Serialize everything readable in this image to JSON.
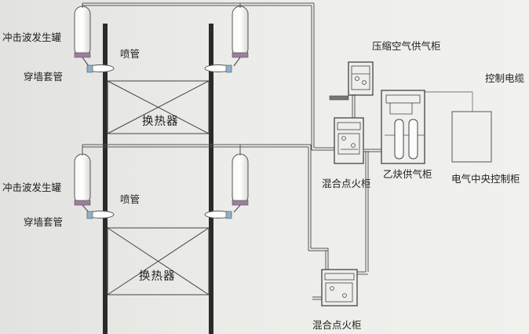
{
  "labels": {
    "shockwave_generator_top": "冲击波发生罐",
    "nozzle_top": "喷管",
    "wall_sleeve_top": "穿墙套管",
    "heat_exchanger_top": "换热器",
    "shockwave_generator_bottom": "冲击波发生罐",
    "nozzle_bottom": "喷管",
    "wall_sleeve_bottom": "穿墙套管",
    "heat_exchanger_bottom": "换热器",
    "compressed_air_cabinet": "压缩空气供气柜",
    "control_cable": "控制电缆",
    "mixed_ignition_cabinet_upper": "混合点火柜",
    "acetylene_supply_cabinet": "乙炔供气柜",
    "central_control_cabinet": "电气中央控制柜",
    "mixed_ignition_cabinet_lower": "混合点火柜"
  }
}
